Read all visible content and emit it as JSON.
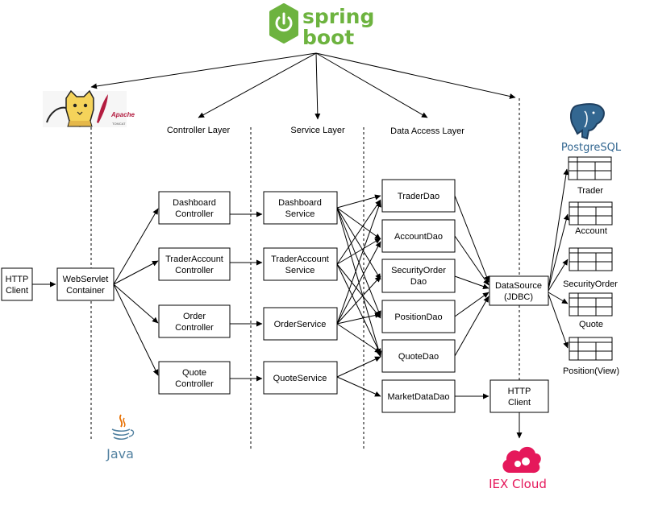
{
  "logos": {
    "spring_word": "spring",
    "boot_word": "boot",
    "apache_word": "Apache",
    "apache_sub": "TOMCAT",
    "java_word": "Java",
    "postgres_word": "PostgreSQL",
    "iex_word": "IEX Cloud",
    "brand_green": "#6DB33F",
    "postgres_blue": "#336791",
    "iex_pink": "#E5185B",
    "java_blue": "#5382A1",
    "java_orange": "#E76F00"
  },
  "layers": {
    "controller": "Controller Layer",
    "service": "Service Layer",
    "data_access": "Data Access Layer"
  },
  "nodes": {
    "http_client_left": [
      "HTTP",
      "Client"
    ],
    "webservlet": [
      "WebServlet",
      "Container"
    ],
    "dashboard_controller": [
      "Dashboard",
      "Controller"
    ],
    "traderaccount_controller": [
      "TraderAccount",
      "Controller"
    ],
    "order_controller": [
      "Order",
      "Controller"
    ],
    "quote_controller": [
      "Quote",
      "Controller"
    ],
    "dashboard_service": [
      "Dashboard",
      "Service"
    ],
    "traderaccount_service": [
      "TraderAccount",
      "Service"
    ],
    "order_service": [
      "OrderService"
    ],
    "quote_service": [
      "QuoteService"
    ],
    "trader_dao": [
      "TraderDao"
    ],
    "account_dao": [
      "AccountDao"
    ],
    "securityorder_dao": [
      "SecurityOrder",
      "Dao"
    ],
    "position_dao": [
      "PositionDao"
    ],
    "quote_dao": [
      "QuoteDao"
    ],
    "marketdata_dao": [
      "MarketDataDao"
    ],
    "datasource": [
      "DataSource",
      "(JDBC)"
    ],
    "http_client_right": [
      "HTTP",
      "Client"
    ]
  },
  "tables": [
    "Trader",
    "Account",
    "SecurityOrder",
    "Quote",
    "Position(View)"
  ]
}
